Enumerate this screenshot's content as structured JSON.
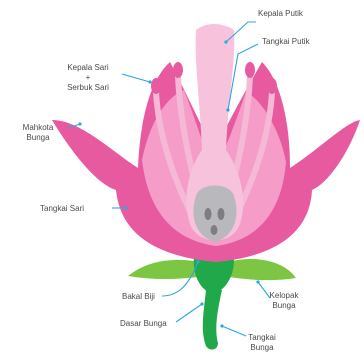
{
  "colors": {
    "petal_outer": "#e85aa0",
    "petal_inner": "#f7a8cf",
    "pistil": "#f6c2dc",
    "ovary": "#b9b8bd",
    "ovule": "#7e7d83",
    "sepal": "#7cc644",
    "receptacle": "#21a84a",
    "pointer_line": "#2aa8e0"
  },
  "labels": {
    "kepala_putik": "Kepala Putik",
    "tangkai_putik": "Tangkai Putik",
    "kepala_sari_line1": "Kepala Sari",
    "kepala_sari_line2": "+",
    "kepala_sari_line3": "Serbuk Sari",
    "mahkota_line1": "Mahkota",
    "mahkota_line2": "Bunga",
    "tangkai_sari": "Tangkai Sari",
    "bakal_biji": "Bakal Biji",
    "dasar_bunga": "Dasar Bunga",
    "kelopak_line1": "Kelopak",
    "kelopak_line2": "Bunga",
    "tangkai_bunga_line1": "Tangkai",
    "tangkai_bunga_line2": "Bunga"
  }
}
